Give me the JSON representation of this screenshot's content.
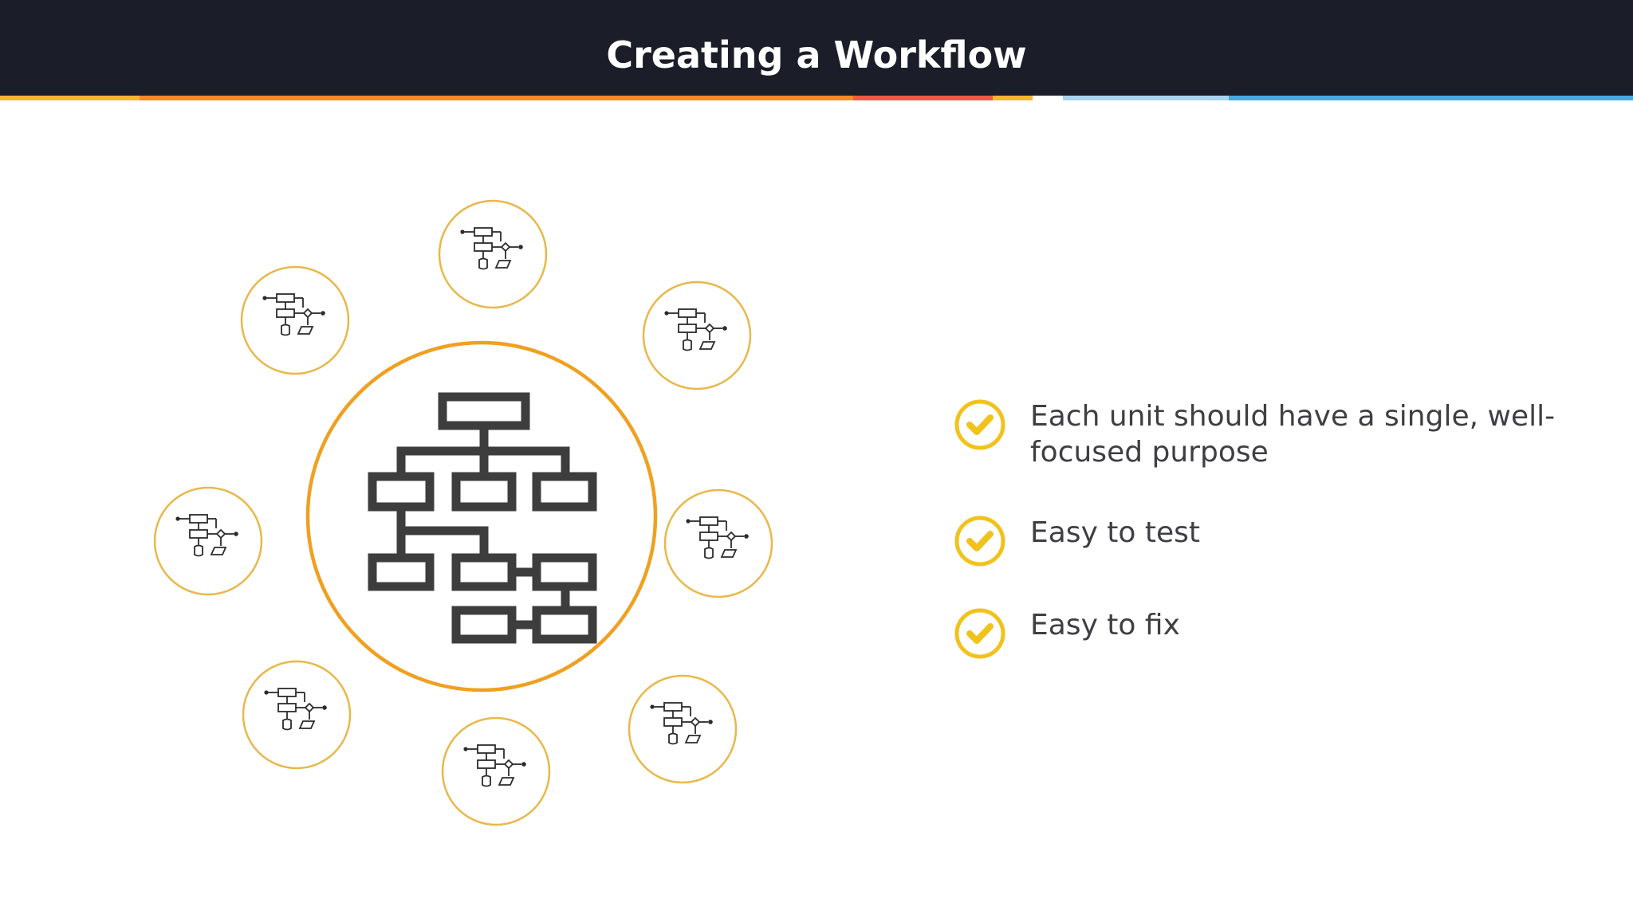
{
  "slide": {
    "title": "Creating a Workflow"
  },
  "colors": {
    "header_bg": "#1b1e29",
    "title_text": "#ffffff",
    "accent_segments": [
      "#f5b731",
      "#f28c2a",
      "#ee5a45",
      "#f5b731",
      "#ffffff",
      "#a8d4ef",
      "#4aa8dd"
    ],
    "ring_main": "#f0a020",
    "ring_small": "#e8b84a",
    "diagram_stroke": "#3d3d3d",
    "check": "#f1c21b",
    "bullet_text": "#3e3e44"
  },
  "diagram": {
    "center_icon": "hierarchy-flowchart-icon",
    "satellite_icon": "process-flowchart-icon",
    "satellite_count": 8
  },
  "bullets": [
    {
      "text": "Each unit should have a single, well-focused purpose",
      "icon": "check-circle-icon"
    },
    {
      "text": "Easy to test",
      "icon": "check-circle-icon"
    },
    {
      "text": "Easy to fix",
      "icon": "check-circle-icon"
    }
  ]
}
